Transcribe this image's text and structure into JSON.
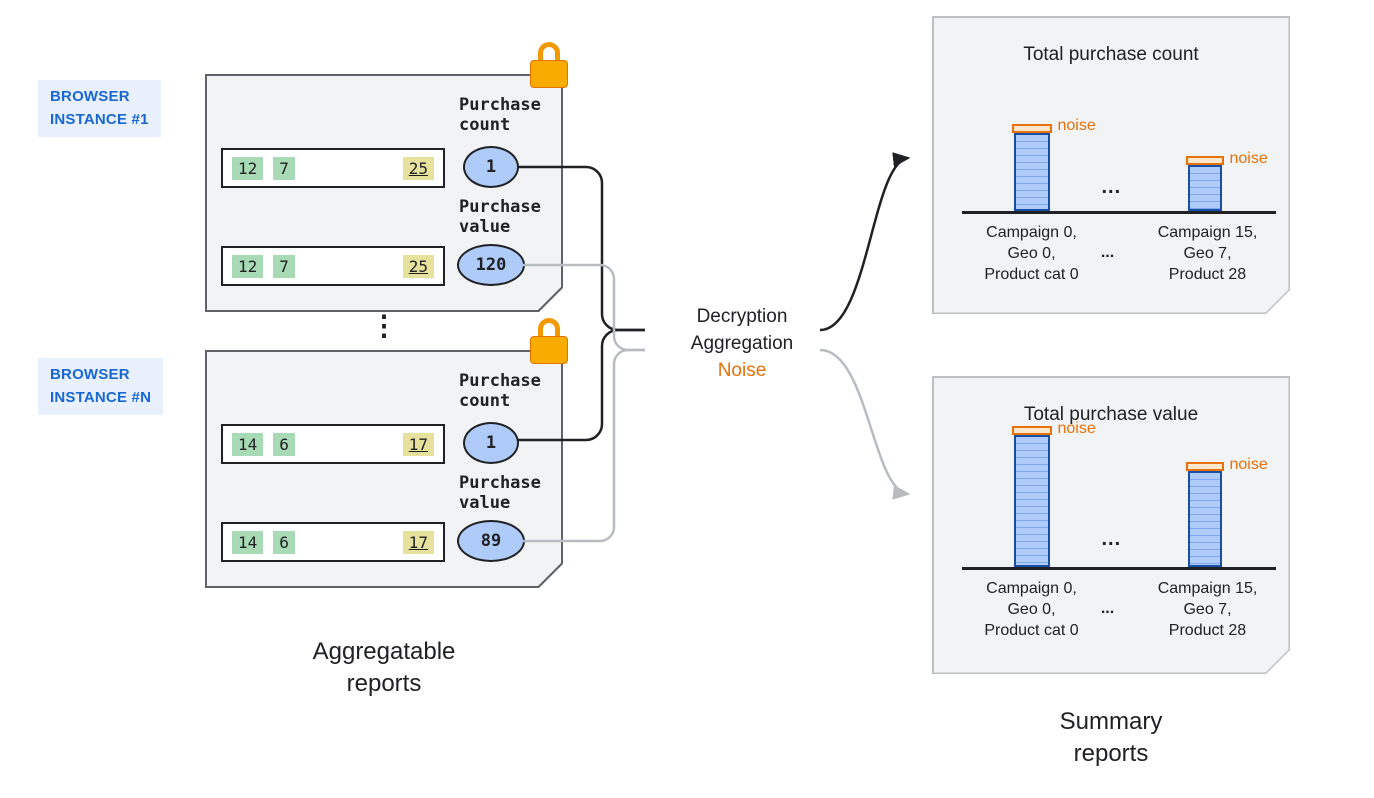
{
  "colors": {
    "brand_blue": "#1967d2",
    "label_bg": "#e8f0fe",
    "card_bg": "#f1f3f4",
    "green_cell": "#a8dab5",
    "yellow_cell": "#e6e29e",
    "oval_blue": "#aecbfa",
    "lock_orange": "#f9ab00",
    "noise_orange": "#e8710a",
    "bar_blue": "#aecbfa"
  },
  "left": {
    "instances": [
      {
        "label_line1": "BROWSER",
        "label_line2": "INSTANCE #1",
        "rows": [
          {
            "cells": [
              "12",
              "7"
            ],
            "bucket": "25"
          },
          {
            "cells": [
              "12",
              "7"
            ],
            "bucket": "25"
          }
        ],
        "count_label_1": "Purchase",
        "count_label_2": "count",
        "count_value": "1",
        "value_label_1": "Purchase",
        "value_label_2": "value",
        "value_value": "120"
      },
      {
        "label_line1": "BROWSER",
        "label_line2": "INSTANCE #N",
        "rows": [
          {
            "cells": [
              "14",
              "6"
            ],
            "bucket": "17"
          },
          {
            "cells": [
              "14",
              "6"
            ],
            "bucket": "17"
          }
        ],
        "count_label_1": "Purchase",
        "count_label_2": "count",
        "count_value": "1",
        "value_label_1": "Purchase",
        "value_label_2": "value",
        "value_value": "89"
      }
    ],
    "ellipsis": "⋮",
    "caption_line1": "Aggregatable",
    "caption_line2": "reports"
  },
  "process": {
    "line1": "Decryption",
    "line2": "Aggregation",
    "line3": "Noise"
  },
  "summary": {
    "panels": [
      {
        "title": "Total purchase count",
        "bars_ellipsis": "...",
        "labels_ellipsis": "...",
        "bars": [
          {
            "noise_label": "noise",
            "label_lines": [
              "Campaign 0,",
              "Geo 0,",
              "Product cat 0"
            ]
          },
          {
            "noise_label": "noise",
            "label_lines": [
              "Campaign 15,",
              "Geo 7,",
              "Product 28"
            ]
          }
        ]
      },
      {
        "title": "Total purchase value",
        "bars_ellipsis": "...",
        "labels_ellipsis": "...",
        "bars": [
          {
            "noise_label": "noise",
            "label_lines": [
              "Campaign 0,",
              "Geo 0,",
              "Product cat 0"
            ]
          },
          {
            "noise_label": "noise",
            "label_lines": [
              "Campaign 15,",
              "Geo 7,",
              "Product 28"
            ]
          }
        ]
      }
    ],
    "caption_line1": "Summary",
    "caption_line2": "reports"
  }
}
